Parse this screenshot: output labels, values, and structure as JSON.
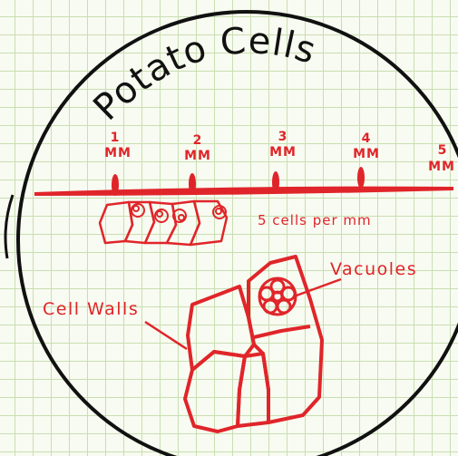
{
  "title": "Potato Cells",
  "scale": {
    "ticks": [
      {
        "number": "1",
        "unit": "MM"
      },
      {
        "number": "2",
        "unit": "MM"
      },
      {
        "number": "3",
        "unit": "MM"
      },
      {
        "number": "4",
        "unit": "MM"
      },
      {
        "number": "5",
        "unit": "MM"
      }
    ]
  },
  "cells_per_mm": "5 cells per mm",
  "labels": {
    "vacuoles": "Vacuoles",
    "cell_walls": "Cell Walls"
  },
  "colors": {
    "ink": "#111111",
    "red": "#e0252a",
    "grid": "#c9deb3",
    "paper": "#f8fbf1"
  }
}
